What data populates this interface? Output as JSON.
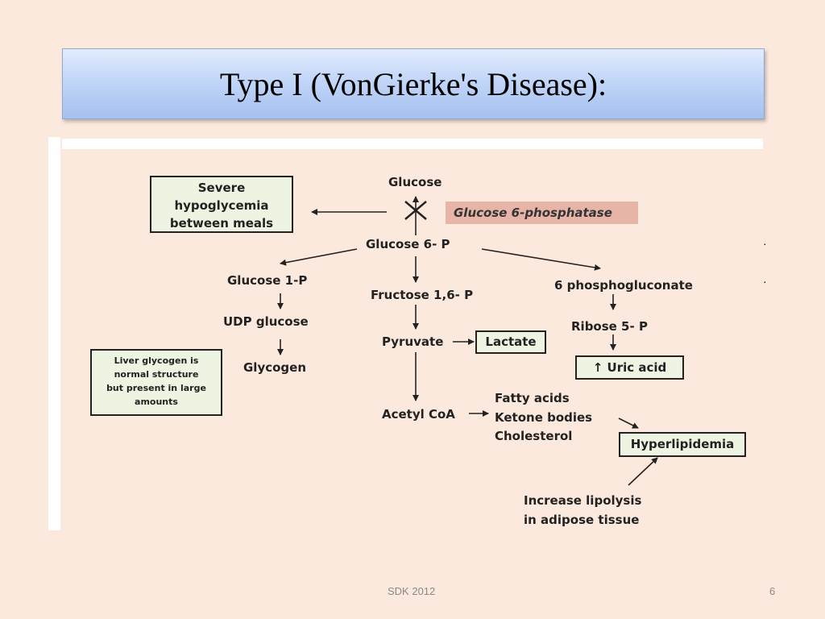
{
  "title": "Type I (VonGierke's Disease):",
  "enzyme": "Glucose 6-phosphatase",
  "nodes": {
    "glucose": "Glucose",
    "glucose6p": "Glucose 6- P",
    "glucose1p": "Glucose 1-P",
    "udp_glucose": "UDP glucose",
    "glycogen": "Glycogen",
    "fructose16p": "Fructose 1,6- P",
    "pyruvate": "Pyruvate",
    "acetyl_coa": "Acetyl CoA",
    "phosphogluconate": "6 phosphogluconate",
    "ribose5p": "Ribose 5- P",
    "fatty_acids": "Fatty acids",
    "ketone_bodies": "Ketone bodies",
    "cholesterol": "Cholesterol",
    "lipolysis_1": "Increase lipolysis",
    "lipolysis_2": "in adipose  tissue"
  },
  "boxes": {
    "hypo_1": "Severe",
    "hypo_2": "hypoglycemia",
    "hypo_3": "between meals",
    "lactate": "Lactate",
    "uric_arrow": "↑",
    "uric": "Uric acid",
    "hyperlipidemia": "Hyperlipidemia",
    "liver_1": "Liver glycogen  is",
    "liver_2": "normal structure",
    "liver_3": "but present in large",
    "liver_4": "amounts"
  },
  "bullets": [
    "·",
    "·"
  ],
  "footer": {
    "center": "SDK 2012",
    "page": "6"
  },
  "colors": {
    "background": "#fce9dd",
    "enzyme_fill": "#e7b5a8",
    "box_fill": "#eef4e2",
    "title_gradient_top": "#e3ecfd",
    "title_gradient_bottom": "#a5c1ef"
  }
}
